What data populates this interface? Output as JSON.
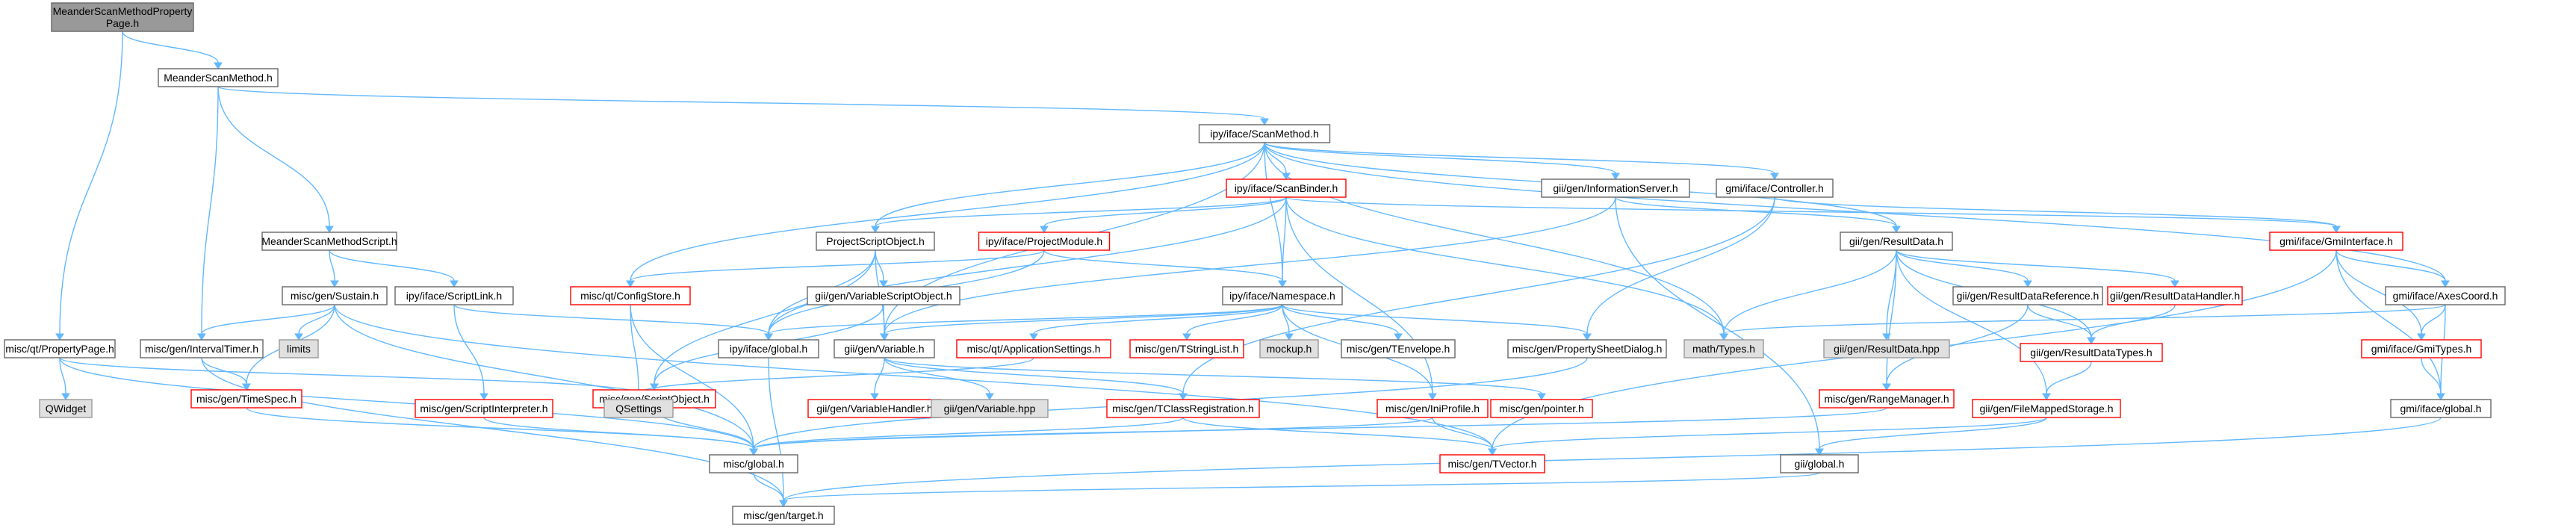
{
  "colors": {
    "edge": "#63b8ff",
    "root_fill": "#999999",
    "normal_stroke": "#666666",
    "partial_stroke": "#ff0000",
    "external_fill": "#e0e0e0",
    "external_stroke": "#999999",
    "text": "#000000"
  },
  "nodes": [
    {
      "id": "root",
      "lines": [
        "MeanderScanMethodProperty",
        "Page.h"
      ],
      "kind": "root"
    },
    {
      "id": "msm",
      "lines": [
        "MeanderScanMethod.h"
      ],
      "kind": "normal"
    },
    {
      "id": "ipyscan",
      "lines": [
        "ipy/iface/ScanMethod.h"
      ],
      "kind": "normal"
    },
    {
      "id": "msmscript",
      "lines": [
        "MeanderScanMethodScript.h"
      ],
      "kind": "normal"
    },
    {
      "id": "scanbinder",
      "lines": [
        "ipy/iface/ScanBinder.h"
      ],
      "kind": "partial"
    },
    {
      "id": "infoserver",
      "lines": [
        "gii/gen/InformationServer.h"
      ],
      "kind": "normal"
    },
    {
      "id": "controller",
      "lines": [
        "gmi/iface/Controller.h"
      ],
      "kind": "normal"
    },
    {
      "id": "pso",
      "lines": [
        "ProjectScriptObject.h"
      ],
      "kind": "normal"
    },
    {
      "id": "projmodule",
      "lines": [
        "ipy/iface/ProjectModule.h"
      ],
      "kind": "partial"
    },
    {
      "id": "resultdata",
      "lines": [
        "gii/gen/ResultData.h"
      ],
      "kind": "normal"
    },
    {
      "id": "gmiinterface",
      "lines": [
        "gmi/iface/GmiInterface.h"
      ],
      "kind": "partial"
    },
    {
      "id": "sustain",
      "lines": [
        "misc/gen/Sustain.h"
      ],
      "kind": "normal"
    },
    {
      "id": "scriptlink",
      "lines": [
        "ipy/iface/ScriptLink.h"
      ],
      "kind": "normal"
    },
    {
      "id": "configstore",
      "lines": [
        "misc/qt/ConfigStore.h"
      ],
      "kind": "partial"
    },
    {
      "id": "varscriptobj",
      "lines": [
        "gii/gen/VariableScriptObject.h"
      ],
      "kind": "normal"
    },
    {
      "id": "namespace",
      "lines": [
        "ipy/iface/Namespace.h"
      ],
      "kind": "normal"
    },
    {
      "id": "resultdatahpp",
      "lines": [
        "gii/gen/ResultData.hpp"
      ],
      "kind": "external"
    },
    {
      "id": "resultdataref",
      "lines": [
        "gii/gen/ResultDataReference.h"
      ],
      "kind": "normal"
    },
    {
      "id": "resultdatahandler",
      "lines": [
        "gii/gen/ResultDataHandler.h"
      ],
      "kind": "partial"
    },
    {
      "id": "axescoord",
      "lines": [
        "gmi/iface/AxesCoord.h"
      ],
      "kind": "normal"
    },
    {
      "id": "proppage",
      "lines": [
        "misc/qt/PropertyPage.h"
      ],
      "kind": "normal"
    },
    {
      "id": "intervaltimer",
      "lines": [
        "misc/gen/IntervalTimer.h"
      ],
      "kind": "normal"
    },
    {
      "id": "limits",
      "lines": [
        "limits"
      ],
      "kind": "external"
    },
    {
      "id": "ipyglobal",
      "lines": [
        "ipy/iface/global.h"
      ],
      "kind": "normal"
    },
    {
      "id": "giivariable",
      "lines": [
        "gii/gen/Variable.h"
      ],
      "kind": "normal"
    },
    {
      "id": "appsettings",
      "lines": [
        "misc/qt/ApplicationSettings.h"
      ],
      "kind": "partial"
    },
    {
      "id": "tstringlist",
      "lines": [
        "misc/gen/TStringList.h"
      ],
      "kind": "partial"
    },
    {
      "id": "mockup",
      "lines": [
        "mockup.h"
      ],
      "kind": "external"
    },
    {
      "id": "tenvelope",
      "lines": [
        "misc/gen/TEnvelope.h"
      ],
      "kind": "normal"
    },
    {
      "id": "propsheetdlg",
      "lines": [
        "misc/gen/PropertySheetDialog.h"
      ],
      "kind": "normal"
    },
    {
      "id": "mathtypes",
      "lines": [
        "math/Types.h"
      ],
      "kind": "external"
    },
    {
      "id": "rangemanager",
      "lines": [
        "misc/gen/RangeManager.h"
      ],
      "kind": "partial"
    },
    {
      "id": "resultdatatypes",
      "lines": [
        "gii/gen/ResultDataTypes.h"
      ],
      "kind": "partial"
    },
    {
      "id": "gmitypes",
      "lines": [
        "gmi/iface/GmiTypes.h"
      ],
      "kind": "partial"
    },
    {
      "id": "qwidget",
      "lines": [
        "QWidget"
      ],
      "kind": "external"
    },
    {
      "id": "timespec",
      "lines": [
        "misc/gen/TimeSpec.h"
      ],
      "kind": "partial"
    },
    {
      "id": "scriptobject",
      "lines": [
        "misc/gen/ScriptObject.h"
      ],
      "kind": "partial"
    },
    {
      "id": "qsettings",
      "lines": [
        "QSettings"
      ],
      "kind": "external"
    },
    {
      "id": "scriptinterp",
      "lines": [
        "misc/gen/ScriptInterpreter.h"
      ],
      "kind": "partial"
    },
    {
      "id": "varhandler",
      "lines": [
        "gii/gen/VariableHandler.h"
      ],
      "kind": "partial"
    },
    {
      "id": "varhpp",
      "lines": [
        "gii/gen/Variable.hpp"
      ],
      "kind": "external"
    },
    {
      "id": "tclassreg",
      "lines": [
        "misc/gen/TClassRegistration.h"
      ],
      "kind": "partial"
    },
    {
      "id": "iniprofile",
      "lines": [
        "misc/gen/IniProfile.h"
      ],
      "kind": "partial"
    },
    {
      "id": "pointer",
      "lines": [
        "misc/gen/pointer.h"
      ],
      "kind": "partial"
    },
    {
      "id": "filemapped",
      "lines": [
        "gii/gen/FileMappedStorage.h"
      ],
      "kind": "partial"
    },
    {
      "id": "gmiglobal",
      "lines": [
        "gmi/iface/global.h"
      ],
      "kind": "normal"
    },
    {
      "id": "miscglobal",
      "lines": [
        "misc/global.h"
      ],
      "kind": "normal"
    },
    {
      "id": "tvector",
      "lines": [
        "misc/gen/TVector.h"
      ],
      "kind": "partial"
    },
    {
      "id": "giiglobal",
      "lines": [
        "gii/global.h"
      ],
      "kind": "normal"
    },
    {
      "id": "target",
      "lines": [
        "misc/gen/target.h"
      ],
      "kind": "normal"
    }
  ],
  "edges": [
    [
      "root",
      "msm"
    ],
    [
      "root",
      "proppage"
    ],
    [
      "msm",
      "ipyscan"
    ],
    [
      "msm",
      "msmscript"
    ],
    [
      "msm",
      "intervaltimer"
    ],
    [
      "ipyscan",
      "scanbinder"
    ],
    [
      "ipyscan",
      "infoserver"
    ],
    [
      "ipyscan",
      "controller"
    ],
    [
      "ipyscan",
      "pso"
    ],
    [
      "ipyscan",
      "resultdata"
    ],
    [
      "ipyscan",
      "axescoord"
    ],
    [
      "ipyscan",
      "namespace"
    ],
    [
      "ipyscan",
      "configstore"
    ],
    [
      "ipyscan",
      "giivariable"
    ],
    [
      "ipyscan",
      "mathtypes"
    ],
    [
      "msmscript",
      "sustain"
    ],
    [
      "msmscript",
      "scriptlink"
    ],
    [
      "scanbinder",
      "pso"
    ],
    [
      "scanbinder",
      "projmodule"
    ],
    [
      "scanbinder",
      "namespace"
    ],
    [
      "scanbinder",
      "ipyglobal"
    ],
    [
      "scanbinder",
      "iniprofile"
    ],
    [
      "scanbinder",
      "mathtypes"
    ],
    [
      "scanbinder",
      "gmiinterface"
    ],
    [
      "infoserver",
      "resultdata"
    ],
    [
      "infoserver",
      "giivariable"
    ],
    [
      "infoserver",
      "giiglobal"
    ],
    [
      "controller",
      "gmiinterface"
    ],
    [
      "controller",
      "propsheetdlg"
    ],
    [
      "controller",
      "tclassreg"
    ],
    [
      "pso",
      "varscriptobj"
    ],
    [
      "pso",
      "scriptobject"
    ],
    [
      "pso",
      "giivariable"
    ],
    [
      "pso",
      "ipyglobal"
    ],
    [
      "projmodule",
      "namespace"
    ],
    [
      "projmodule",
      "configstore"
    ],
    [
      "projmodule",
      "ipyglobal"
    ],
    [
      "resultdata",
      "resultdatahpp"
    ],
    [
      "resultdata",
      "resultdataref"
    ],
    [
      "resultdata",
      "resultdatahandler"
    ],
    [
      "resultdata",
      "rangemanager"
    ],
    [
      "resultdata",
      "resultdatatypes"
    ],
    [
      "resultdata",
      "filemapped"
    ],
    [
      "resultdata",
      "mathtypes"
    ],
    [
      "gmiinterface",
      "axescoord"
    ],
    [
      "gmiinterface",
      "gmitypes"
    ],
    [
      "gmiinterface",
      "gmiglobal"
    ],
    [
      "gmiinterface",
      "tvector"
    ],
    [
      "sustain",
      "intervaltimer"
    ],
    [
      "sustain",
      "limits"
    ],
    [
      "sustain",
      "timespec"
    ],
    [
      "sustain",
      "miscglobal"
    ],
    [
      "sustain",
      "tvector"
    ],
    [
      "scriptlink",
      "ipyglobal"
    ],
    [
      "scriptlink",
      "scriptinterp"
    ],
    [
      "configstore",
      "qsettings"
    ],
    [
      "configstore",
      "miscglobal"
    ],
    [
      "varscriptobj",
      "scriptobject"
    ],
    [
      "varscriptobj",
      "giivariable"
    ],
    [
      "namespace",
      "ipyglobal"
    ],
    [
      "namespace",
      "giivariable"
    ],
    [
      "namespace",
      "appsettings"
    ],
    [
      "namespace",
      "tstringlist"
    ],
    [
      "namespace",
      "mockup"
    ],
    [
      "namespace",
      "tenvelope"
    ],
    [
      "namespace",
      "propsheetdlg"
    ],
    [
      "namespace",
      "iniprofile"
    ],
    [
      "resultdataref",
      "rangemanager"
    ],
    [
      "resultdataref",
      "resultdatatypes"
    ],
    [
      "resultdatahandler",
      "resultdatatypes"
    ],
    [
      "axescoord",
      "gmitypes"
    ],
    [
      "axescoord",
      "gmiglobal"
    ],
    [
      "axescoord",
      "mathtypes"
    ],
    [
      "proppage",
      "qwidget"
    ],
    [
      "proppage",
      "qsettings"
    ],
    [
      "proppage",
      "miscglobal"
    ],
    [
      "intervaltimer",
      "timespec"
    ],
    [
      "intervaltimer",
      "target"
    ],
    [
      "ipyglobal",
      "target"
    ],
    [
      "giivariable",
      "varhandler"
    ],
    [
      "giivariable",
      "varhpp"
    ],
    [
      "giivariable",
      "tclassreg"
    ],
    [
      "giivariable",
      "pointer"
    ],
    [
      "appsettings",
      "qsettings"
    ],
    [
      "propsheetdlg",
      "miscglobal"
    ],
    [
      "rangemanager",
      "miscglobal"
    ],
    [
      "resultdatatypes",
      "filemapped"
    ],
    [
      "gmitypes",
      "gmiglobal"
    ],
    [
      "timespec",
      "miscglobal"
    ],
    [
      "scriptobject",
      "miscglobal"
    ],
    [
      "scriptinterp",
      "miscglobal"
    ],
    [
      "tclassreg",
      "miscglobal"
    ],
    [
      "tclassreg",
      "tvector"
    ],
    [
      "iniprofile",
      "miscglobal"
    ],
    [
      "iniprofile",
      "tvector"
    ],
    [
      "filemapped",
      "giiglobal"
    ],
    [
      "filemapped",
      "tvector"
    ],
    [
      "gmiglobal",
      "target"
    ],
    [
      "miscglobal",
      "target"
    ],
    [
      "giiglobal",
      "target"
    ]
  ]
}
